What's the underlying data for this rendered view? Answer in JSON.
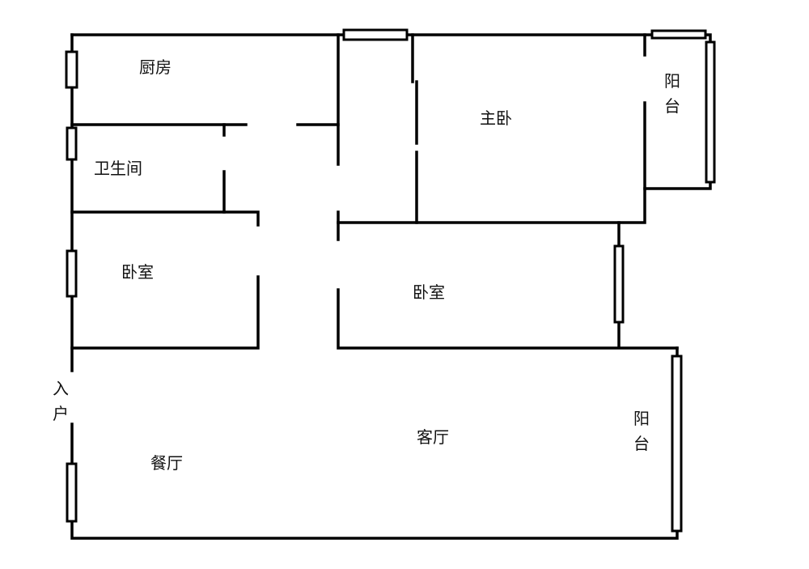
{
  "rooms": {
    "kitchen": "厨房",
    "bathroom": "卫生间",
    "bedroom_left": "卧室",
    "master_bedroom": "主卧",
    "balcony_top": "阳台",
    "bedroom_right": "卧室",
    "entrance": "入户",
    "living_room": "客厅",
    "dining_room": "餐厅",
    "balcony_bottom": "阳台"
  }
}
